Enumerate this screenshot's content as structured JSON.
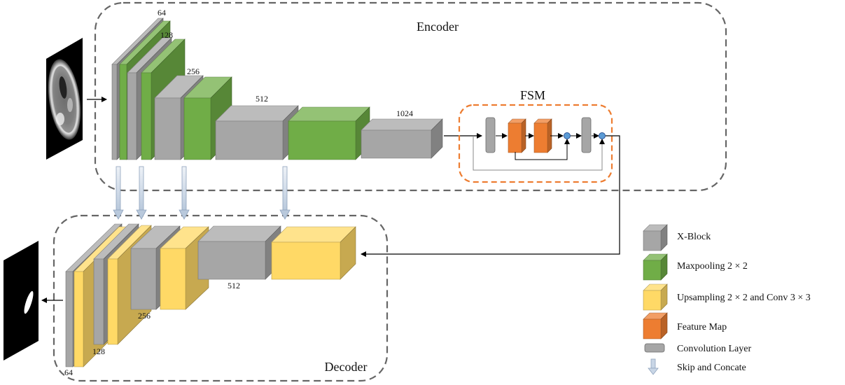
{
  "encoder": {
    "title": "Encoder",
    "channel_labels": [
      "64",
      "128",
      "256",
      "512",
      "1024"
    ]
  },
  "decoder": {
    "title": "Decoder",
    "channel_labels": [
      "64",
      "128",
      "256",
      "512"
    ]
  },
  "fsm": {
    "title": "FSM"
  },
  "legend": {
    "items": [
      {
        "label": "X-Block",
        "icon": "gray-cube-icon"
      },
      {
        "label": "Maxpooling 2 × 2",
        "icon": "green-cube-icon"
      },
      {
        "label": "Upsampling 2 × 2 and Conv 3 × 3",
        "icon": "yellow-cube-icon"
      },
      {
        "label": "Feature Map",
        "icon": "orange-cube-icon"
      },
      {
        "label": "Convolution Layer",
        "icon": "rounded-gray-rect-icon"
      },
      {
        "label": "Skip and Concate",
        "icon": "down-arrow-icon"
      }
    ]
  },
  "colors": {
    "xblock": "#a6a6a6",
    "maxpool": "#70ad47",
    "upsample": "#ffd966",
    "feature_map": "#ed7d31",
    "conv_layer": "#a6a6a6",
    "skip_arrow": "#c9d6e6",
    "dashed_border": "#666666",
    "fsm_border": "#ed7d31",
    "node": "#5b9bd5"
  }
}
